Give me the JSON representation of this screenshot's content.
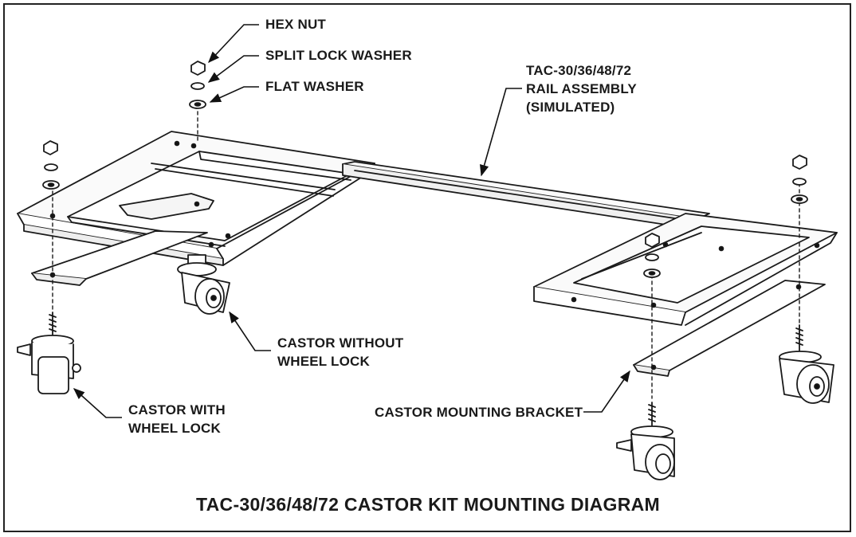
{
  "diagram": {
    "title": "TAC-30/36/48/72 CASTOR KIT MOUNTING DIAGRAM",
    "labels": {
      "hex_nut": "HEX NUT",
      "split_lock_washer": "SPLIT LOCK WASHER",
      "flat_washer": "FLAT WASHER",
      "rail_line1": "TAC-30/36/48/72",
      "rail_line2": "RAIL ASSEMBLY",
      "rail_line3": "(SIMULATED)",
      "castor_without_line1": "CASTOR WITHOUT",
      "castor_without_line2": "WHEEL LOCK",
      "castor_with_line1": "CASTOR WITH",
      "castor_with_line2": "WHEEL LOCK",
      "bracket": "CASTOR MOUNTING BRACKET"
    }
  }
}
